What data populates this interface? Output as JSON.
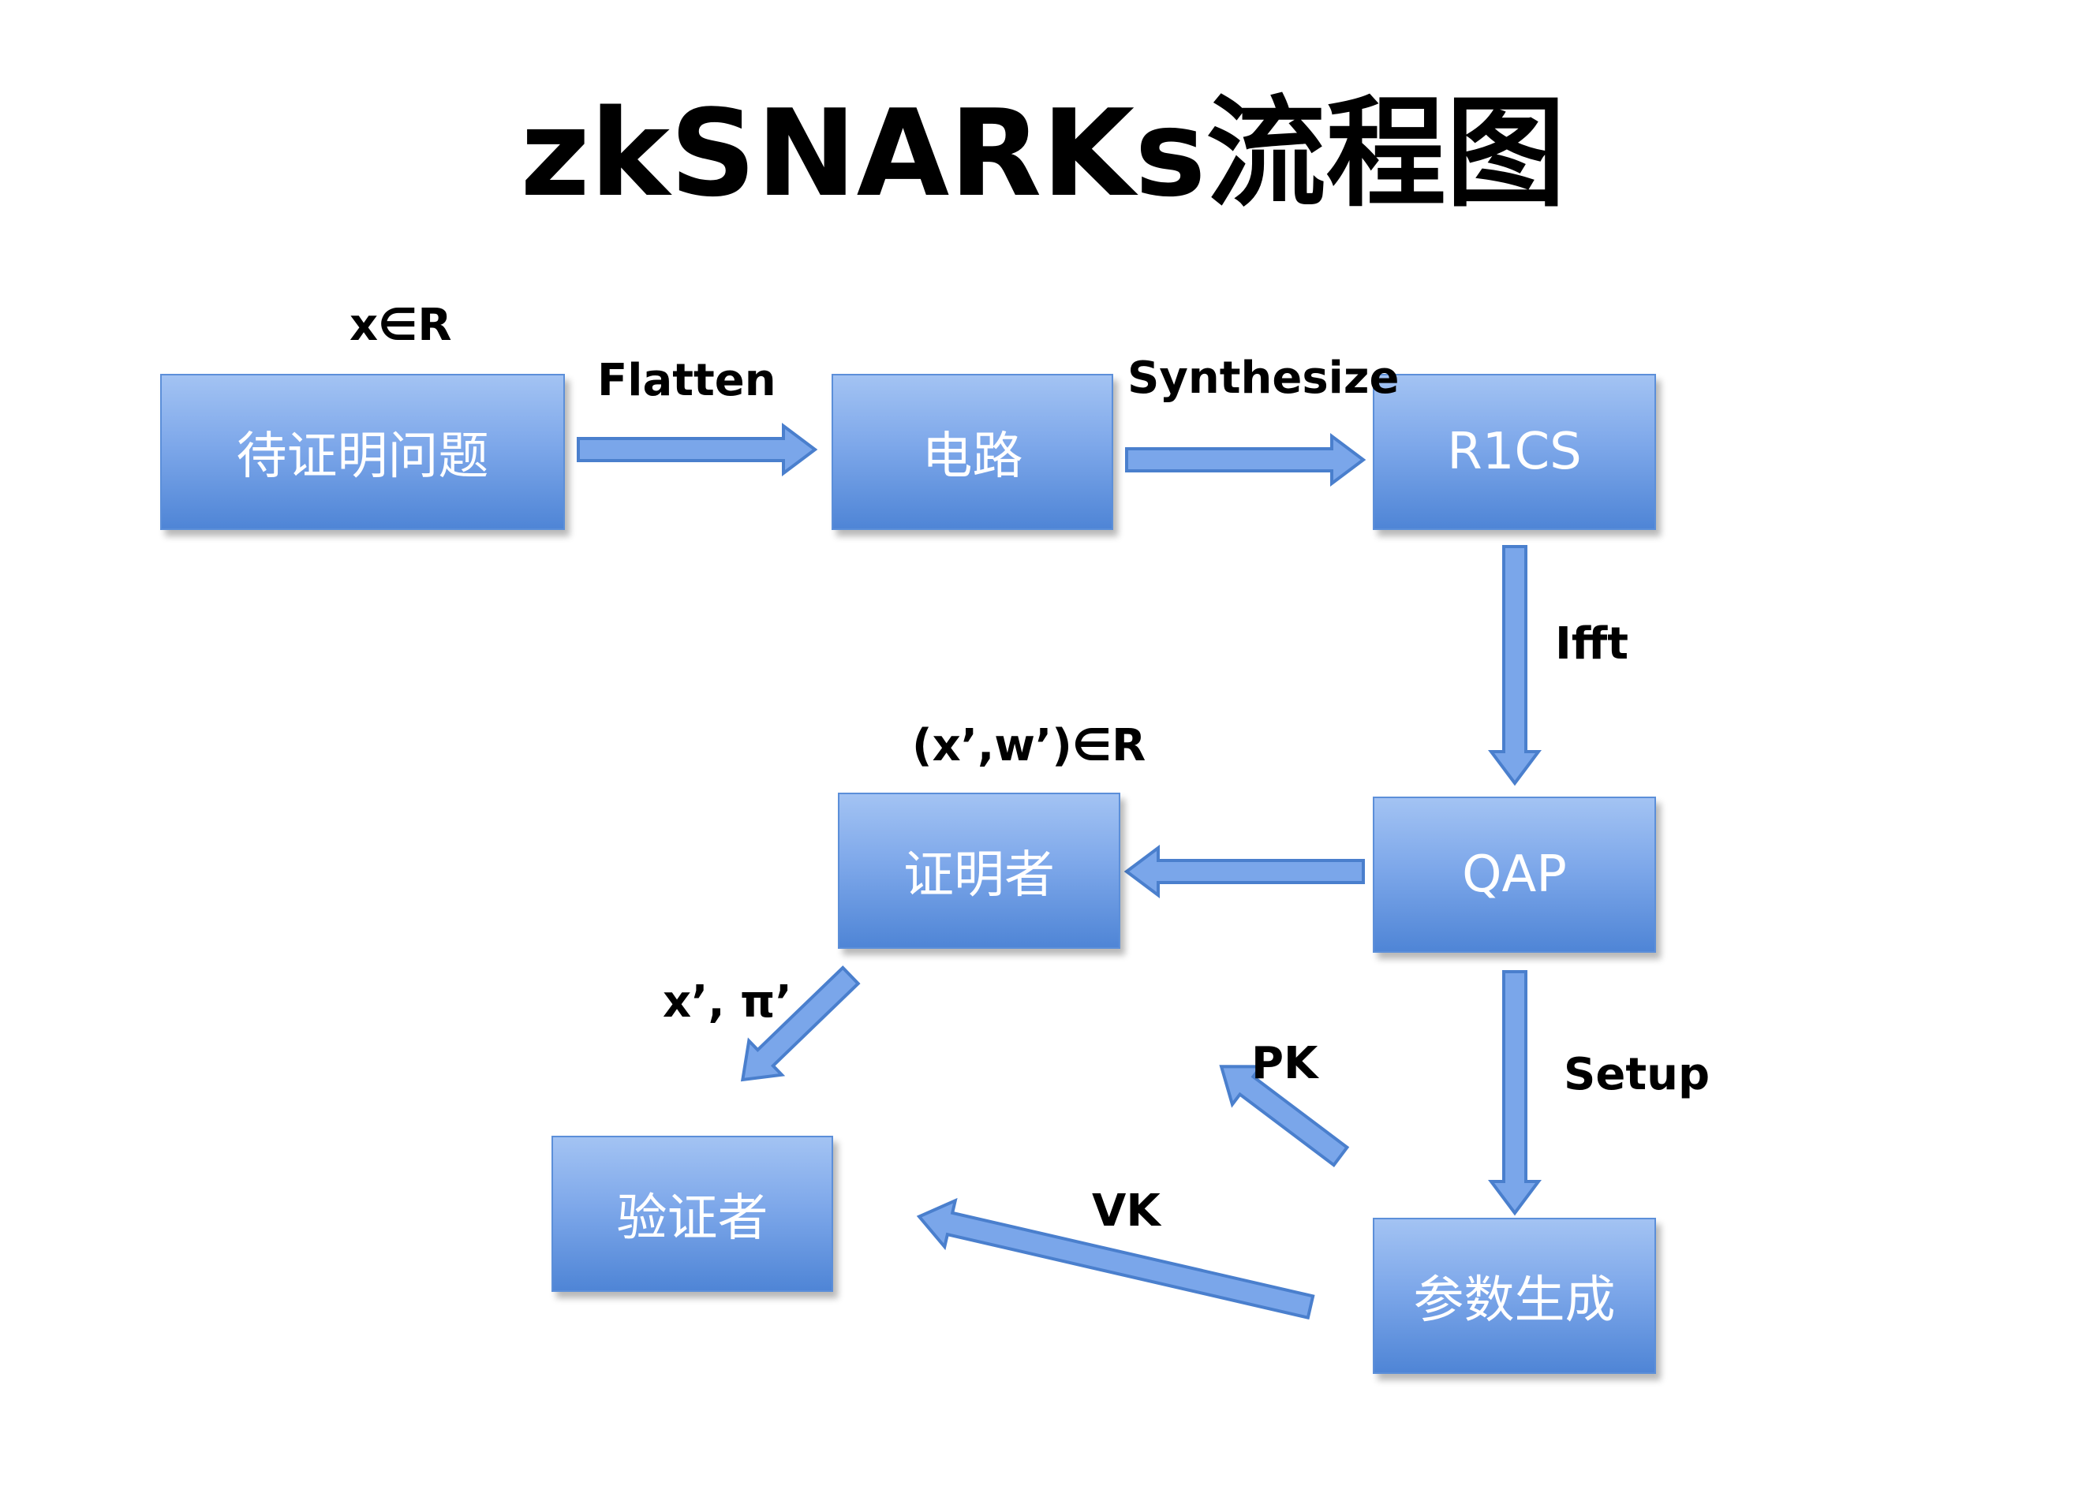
{
  "title": "zkSNARKs流程图",
  "nodes": {
    "problem": "待证明问题",
    "circuit": "电路",
    "r1cs": "R1CS",
    "qap": "QAP",
    "prover": "证明者",
    "verifier": "验证者",
    "params": "参数生成"
  },
  "labels": {
    "x_in_r": "x∈R",
    "flatten": "Flatten",
    "synthesize": "Synthesize",
    "ifft": "Ifft",
    "xw_in_r": "(x’,w’)∈R",
    "x_pi": "x’, π’",
    "pk": "PK",
    "setup": "Setup",
    "vk": "VK"
  },
  "colors": {
    "box_top": "#a3c3f3",
    "box_bottom": "#4f85d6",
    "arrow_fill": "#7aa6ea",
    "arrow_stroke": "#4a7fcd"
  }
}
